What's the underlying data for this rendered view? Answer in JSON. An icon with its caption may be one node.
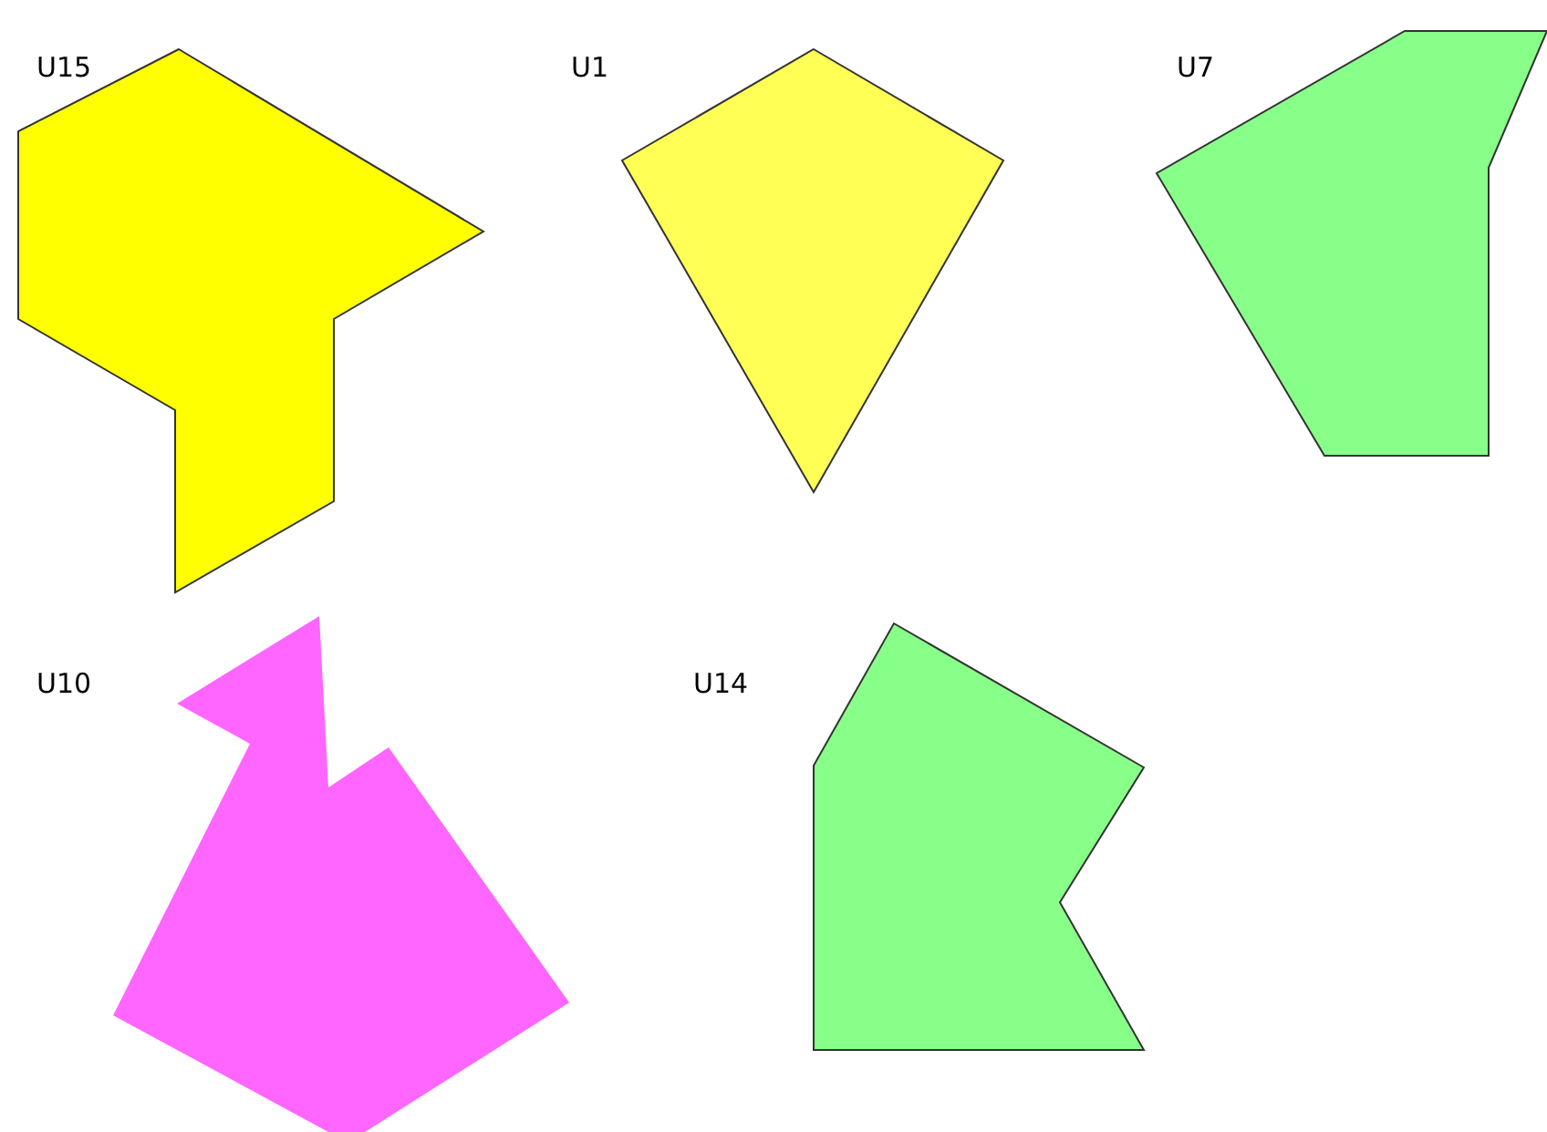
{
  "diagram": {
    "nodes": [
      {
        "text": [
          "U15"
        ]
      },
      {
        "text": [
          "U1"
        ]
      },
      {
        "text": [
          "U7"
        ]
      },
      {
        "text": [
          "U10"
        ]
      },
      {
        "text": [
          "U14"
        ]
      }
    ]
  }
}
